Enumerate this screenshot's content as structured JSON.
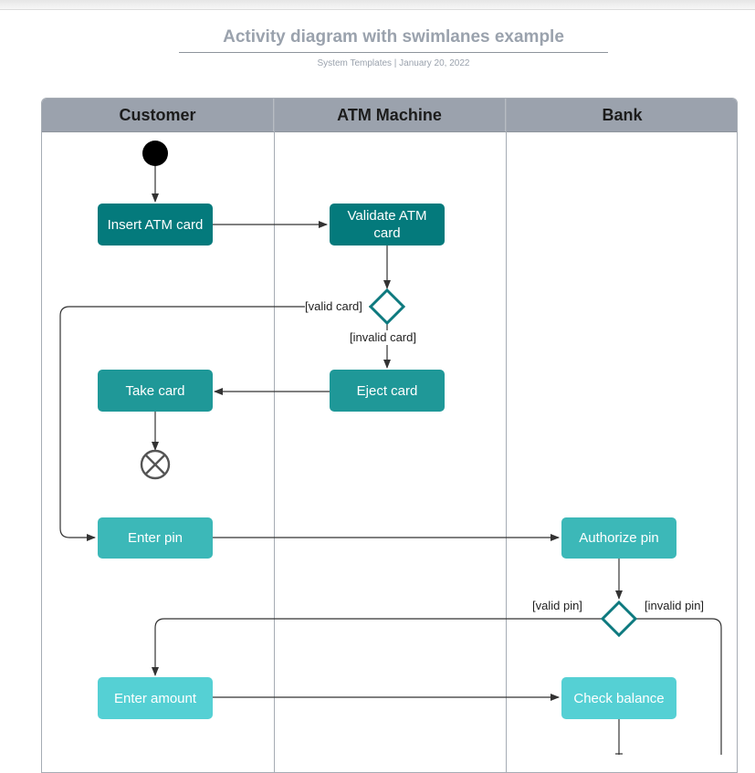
{
  "header": {
    "title": "Activity diagram with swimlanes example",
    "subtitle": "System Templates  |  January 20, 2022"
  },
  "lanes": [
    "Customer",
    "ATM Machine",
    "Bank"
  ],
  "nodes": {
    "insert_card": "Insert ATM card",
    "validate_card": "Validate ATM card",
    "eject_card": "Eject card",
    "take_card": "Take card",
    "enter_pin": "Enter pin",
    "authorize_pin": "Authorize pin",
    "enter_amount": "Enter amount",
    "check_balance": "Check balance"
  },
  "guards": {
    "valid_card": "[valid card]",
    "invalid_card": "[invalid card]",
    "valid_pin": "[valid pin]",
    "invalid_pin": "[invalid pin]"
  },
  "colors": {
    "node_dark": "#047a7c",
    "node_mid": "#1f9898",
    "node_light": "#3cb8b8",
    "node_lighter": "#55d0d4",
    "decision_stroke": "#0e7a7f",
    "lane_header": "#9ba2ad"
  }
}
